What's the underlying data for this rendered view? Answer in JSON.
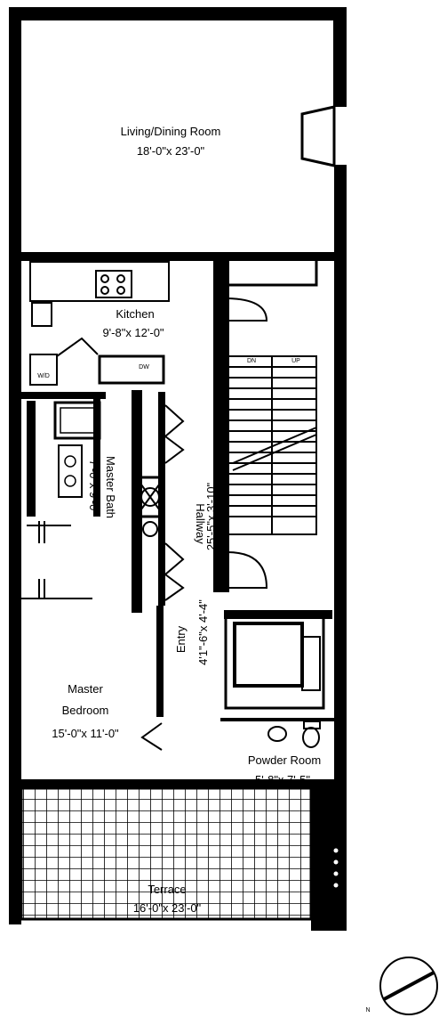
{
  "rooms": {
    "living": {
      "name": "Living/Dining Room",
      "size": "18'-0\"x 23'-0\""
    },
    "kitchen": {
      "name": "Kitchen",
      "size": "9'-8\"x 12'-0\""
    },
    "master_bath": {
      "name": "Master Bath",
      "size": "7'-0\"x 9'-0\""
    },
    "hallway": {
      "name": "Hallway",
      "size": "25'-5\"x 3'-10\""
    },
    "entry": {
      "name": "Entry",
      "size": "4'1\"-6\"x 4'-4\""
    },
    "master_bedroom": {
      "name_line1": "Master",
      "name_line2": "Bedroom",
      "size": "15'-0\"x 11'-0\""
    },
    "powder_room": {
      "name": "Powder Room",
      "size": "5'-8\"x 7'-5\""
    },
    "terrace": {
      "name": "Terrace",
      "size": "16'-0\"x 23'-0\""
    }
  },
  "fixtures": {
    "washer_dryer": "W/D",
    "dishwasher": "DW",
    "stair_dn": "DN",
    "stair_up": "UP"
  },
  "compass_label": "N"
}
